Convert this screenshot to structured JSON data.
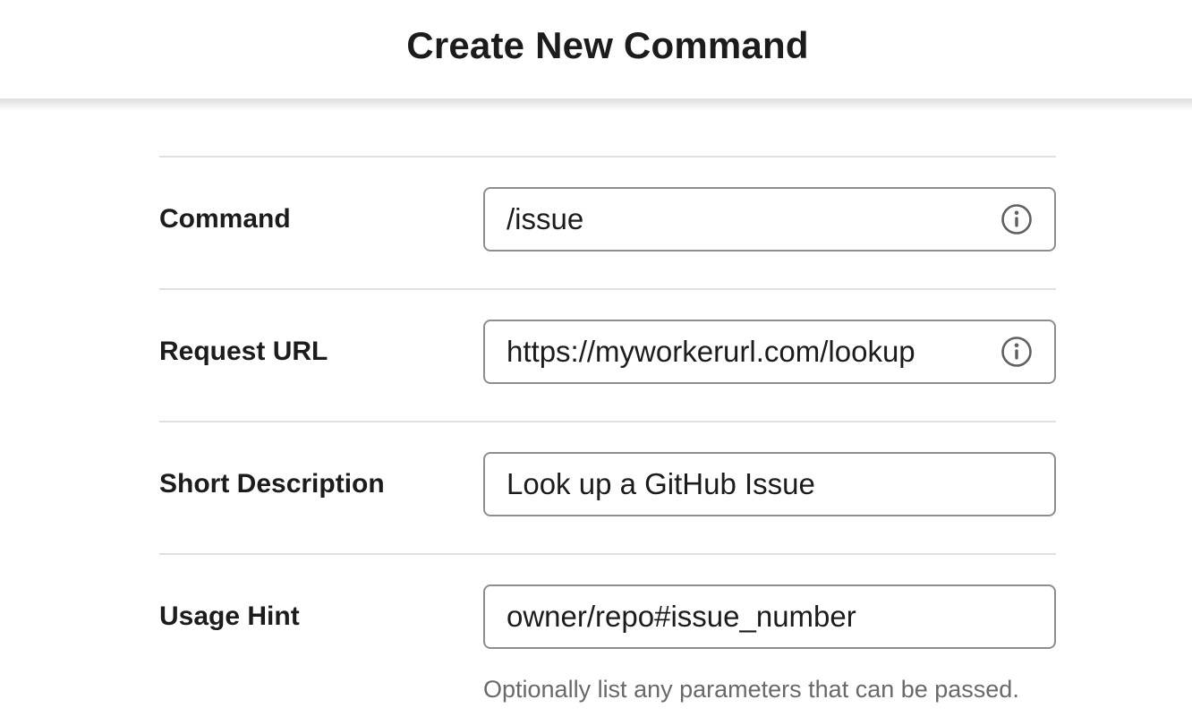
{
  "page": {
    "title": "Create New Command"
  },
  "form": {
    "fields": [
      {
        "label": "Command",
        "value": "/issue",
        "has_info_icon": true
      },
      {
        "label": "Request URL",
        "value": "https://myworkerurl.com/lookup",
        "has_info_icon": true
      },
      {
        "label": "Short Description",
        "value": "Look up a GitHub Issue",
        "has_info_icon": false
      },
      {
        "label": "Usage Hint",
        "value": "owner/repo#issue_number",
        "has_info_icon": false,
        "help_text": "Optionally list any parameters that can be passed."
      }
    ]
  },
  "icons": {
    "info": "info-circle"
  },
  "colors": {
    "text": "#1d1c1d",
    "input_border": "#8e8e8e",
    "divider": "#e0e0e0",
    "muted_text": "#696969",
    "icon_gray": "#616061",
    "header_bg": "#ffffff"
  }
}
